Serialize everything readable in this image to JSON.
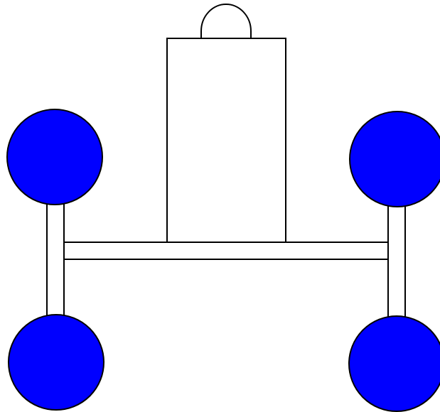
{
  "colors": {
    "background": "#ffffff",
    "outline": "#000000",
    "wheel_fill": "#0000ff",
    "part_fill": "#ffffff"
  },
  "diagram": {
    "parts": [
      "dome",
      "body",
      "axle-bar",
      "left-strut",
      "right-strut",
      "wheel-top-left",
      "wheel-top-right",
      "wheel-bottom-left",
      "wheel-bottom-right"
    ]
  }
}
